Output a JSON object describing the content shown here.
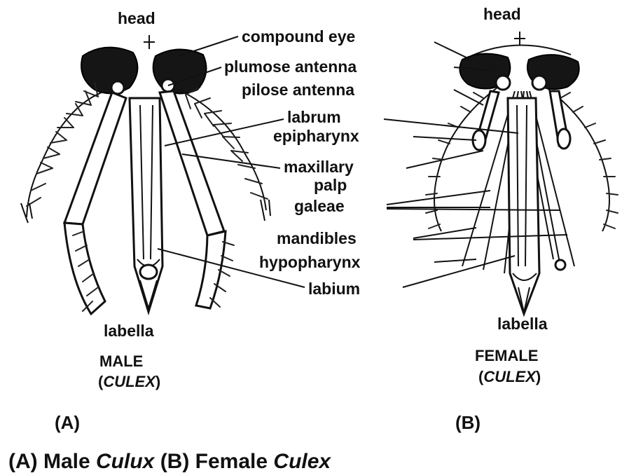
{
  "labels": {
    "head_male": "head",
    "head_female": "head",
    "compound_eye": "compound eye",
    "plumose_antenna": "plumose antenna",
    "pilose_antenna": "pilose antenna",
    "labrum": "labrum",
    "epipharynx": "epipharynx",
    "maxillary": "maxillary",
    "palp": "palp",
    "galeae": "galeae",
    "mandibles": "mandibles",
    "hypopharynx": "hypopharynx",
    "labium": "labium",
    "labella_male": "labella",
    "labella_female": "labella"
  },
  "male": {
    "sex": "MALE",
    "genus": "CULEX",
    "open": "(",
    "close": ")",
    "panel": "(A)"
  },
  "female": {
    "sex": "FEMALE",
    "genus": "CULEX",
    "open": "(",
    "close": ")",
    "panel": "(B)"
  },
  "caption": {
    "a": "(A) Male ",
    "a_genus": "Culux",
    "b": " (B) Female ",
    "b_genus": "Culex"
  }
}
